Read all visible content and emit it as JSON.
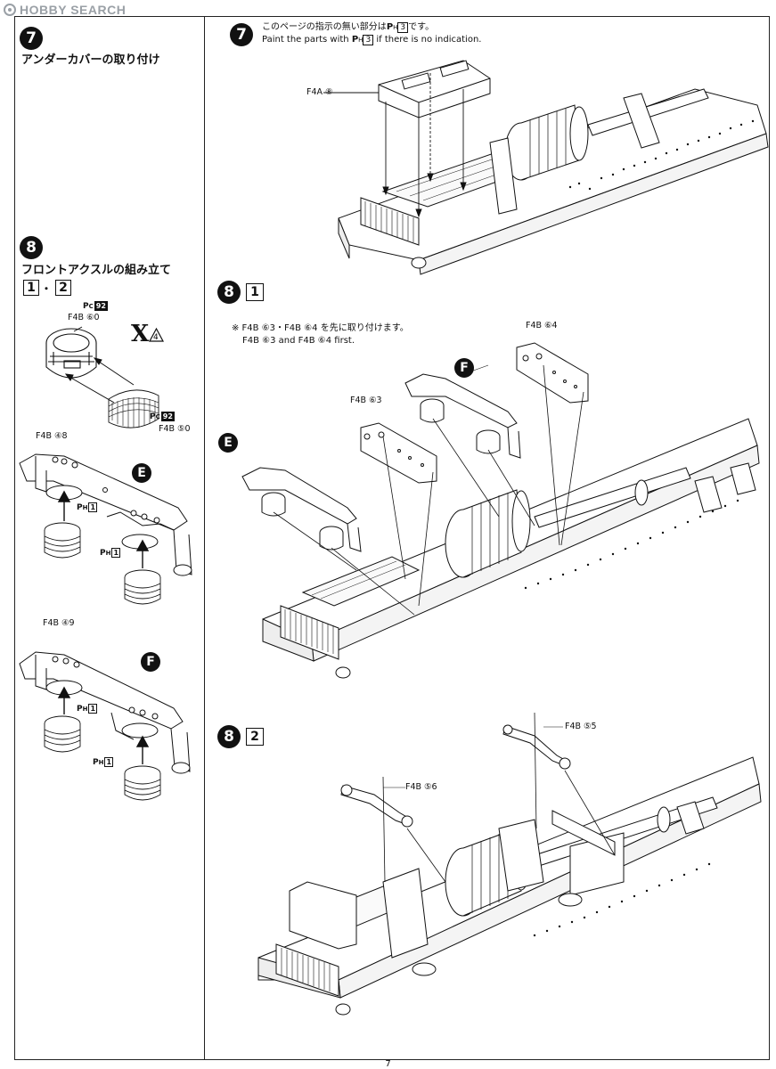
{
  "watermark": {
    "text": "HOBBY SEARCH"
  },
  "page_number": "7",
  "left": {
    "step7": {
      "num": "7",
      "title": "アンダーカバーの取り付け"
    },
    "step8": {
      "num": "8",
      "title": "フロントアクスルの組み立て",
      "sub_a": "1",
      "sub_b": "2",
      "sub_sep": "・",
      "part_top": {
        "paint_prefix": "P",
        "paint_sub": "C",
        "paint_num": "92",
        "label": "F4B ⑥0"
      },
      "part_bottom": {
        "paint_prefix": "P",
        "paint_sub": "C",
        "paint_num": "92",
        "label": "F4B ⑤0"
      },
      "make_count": "4",
      "axle_e": {
        "label": "F4B ④8",
        "letter": "E",
        "paint1": "1",
        "paint2": "1"
      },
      "axle_f": {
        "label": "F4B ④9",
        "letter": "F",
        "paint1": "1",
        "paint2": "1"
      }
    }
  },
  "right": {
    "step7": {
      "num": "7",
      "note_jp": "このページの指示の無い部分は",
      "note_jp_tail": "です。",
      "note_en_a": "Paint the parts with",
      "note_en_b": "if there is no indication.",
      "paint_num": "3",
      "part_label": "F4A ⑧"
    },
    "step8_1": {
      "num": "8",
      "sub": "1",
      "note_jp": "※ F4B ⑥3・F4B ⑥4 を先に取り付けます。",
      "note_en": "F4B ⑥3 and F4B ⑥4 first.",
      "label_63": "F4B ⑥3",
      "label_64": "F4B ⑥4",
      "letter_e": "E",
      "letter_f": "F"
    },
    "step8_2": {
      "num": "8",
      "sub": "2",
      "label_55": "F4B ⑤5",
      "label_56": "F4B ⑤6"
    }
  }
}
